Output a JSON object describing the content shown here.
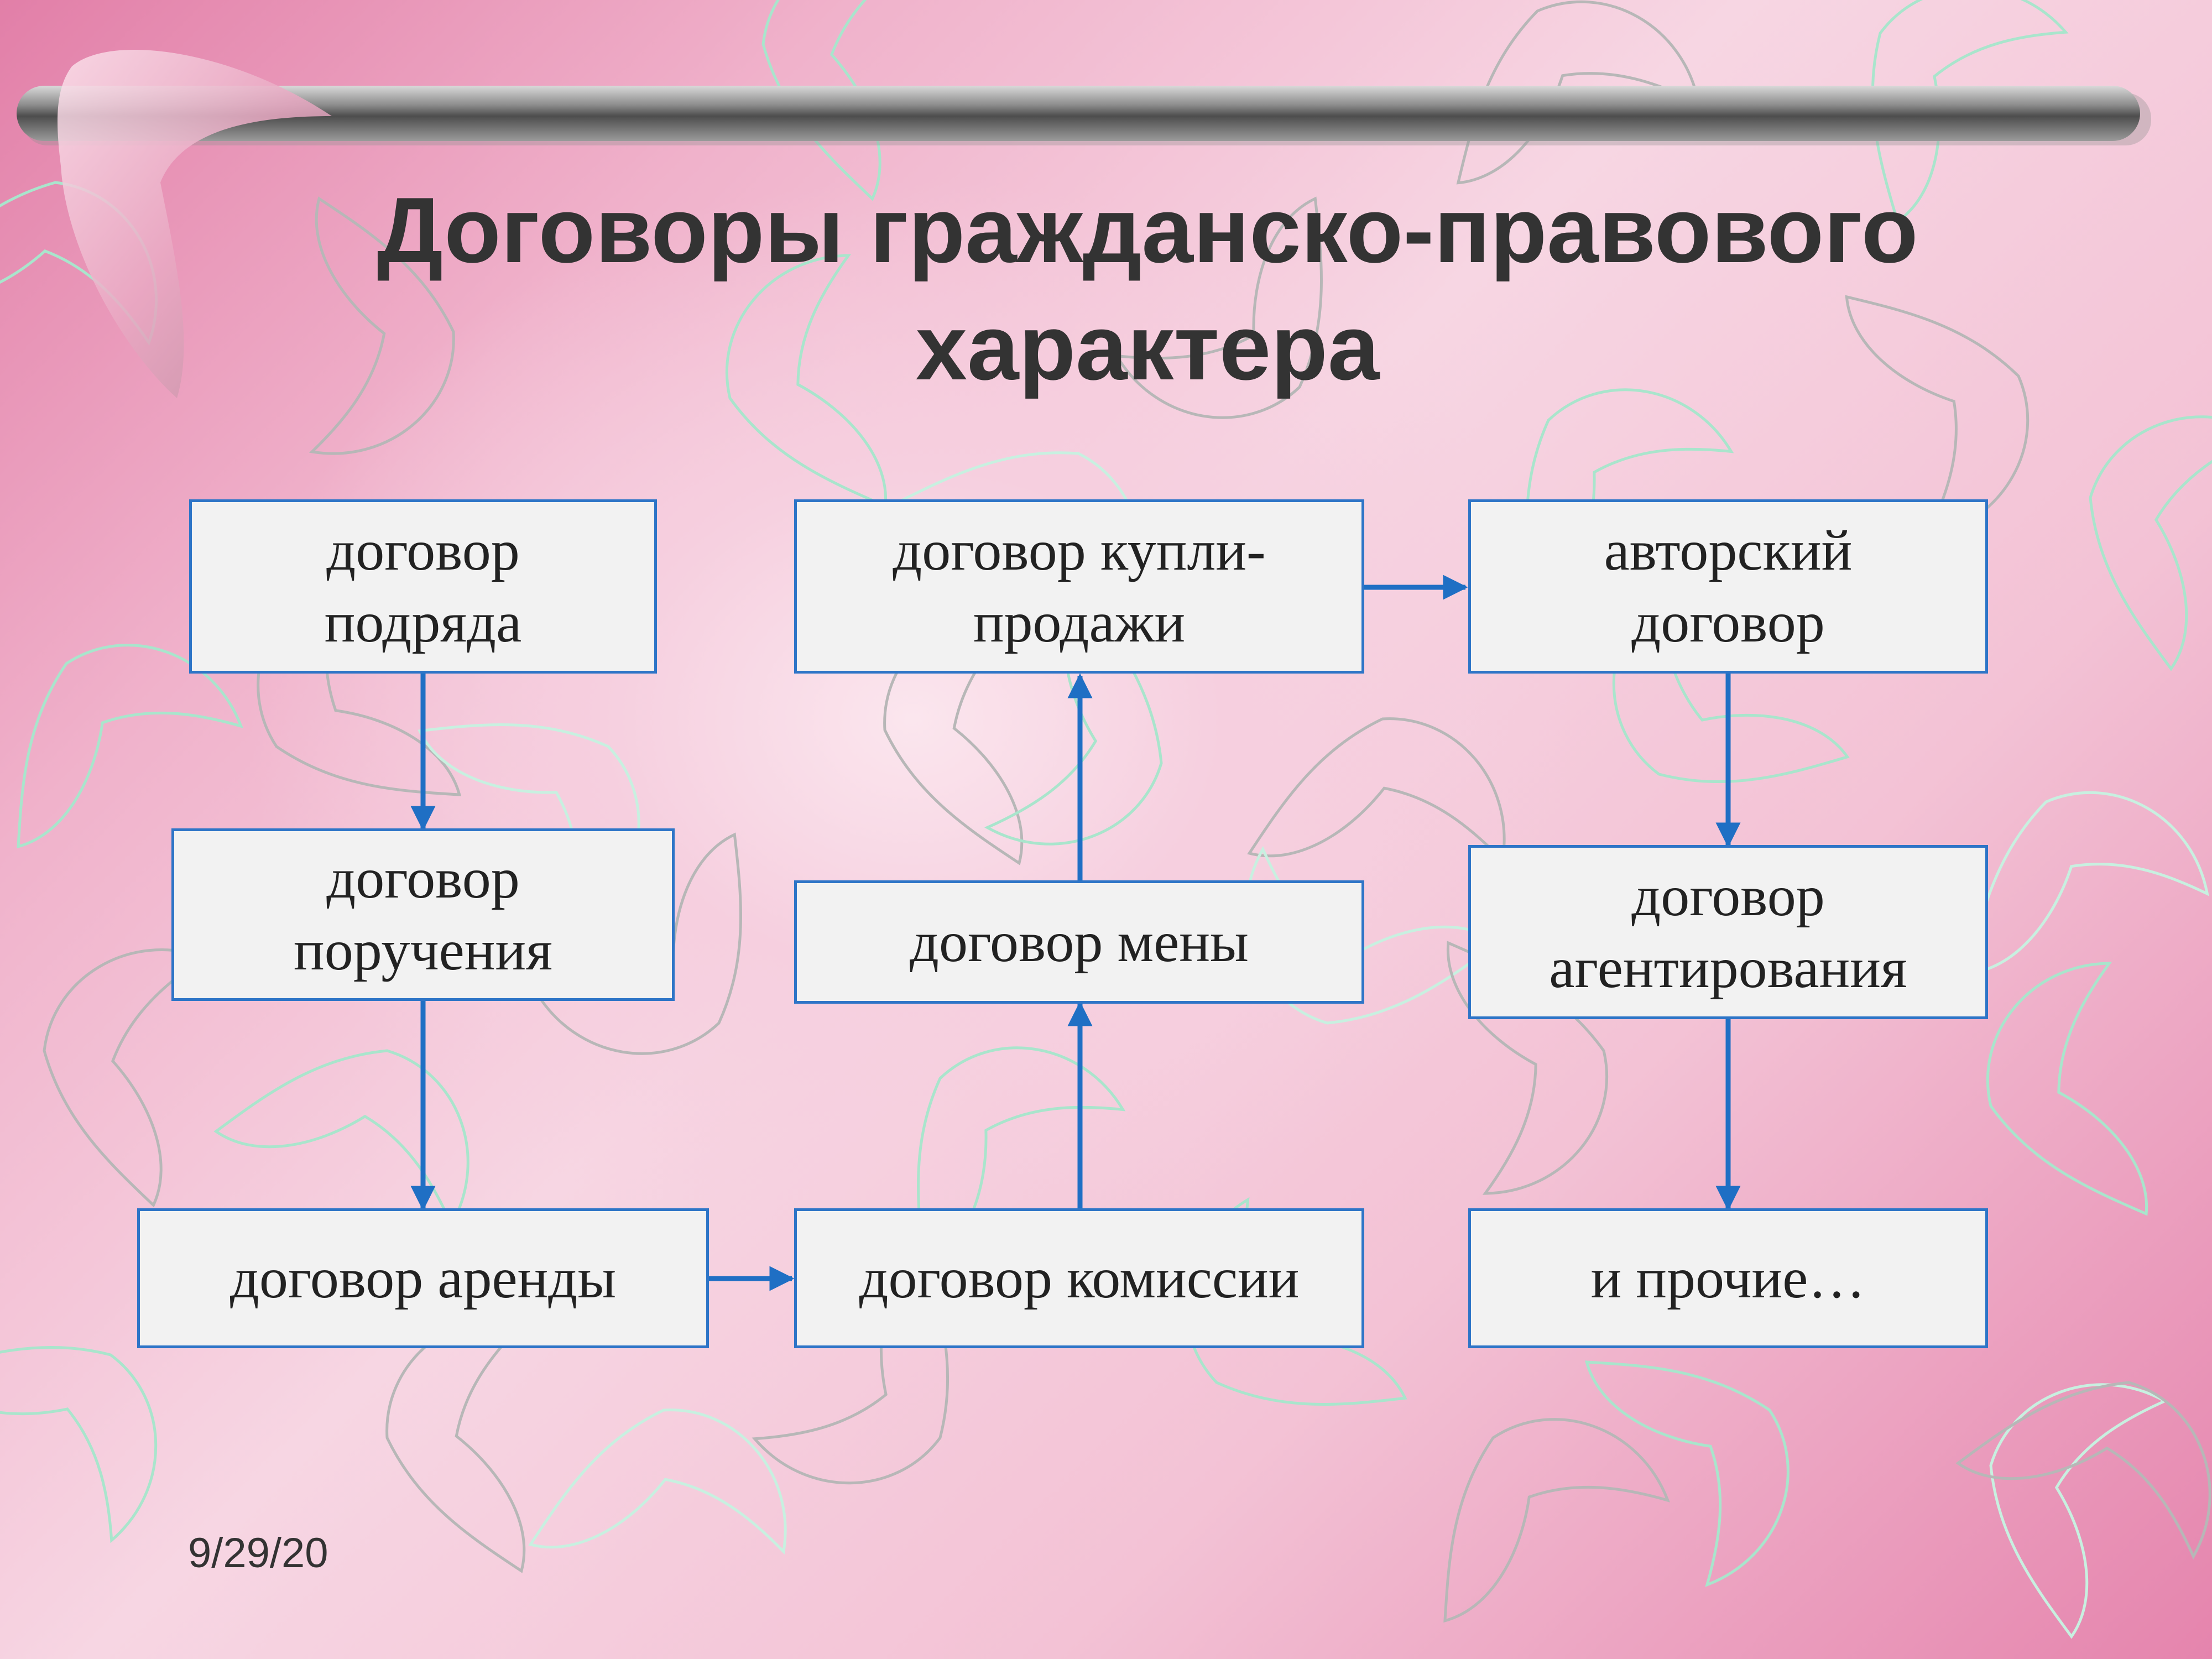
{
  "slide": {
    "title_line1": "Договоры гражданско-правового",
    "title_line2": "характера",
    "date": "9/29/20"
  },
  "diagram": {
    "nodes": {
      "podryad": "договор подряда",
      "porucheniya": "договор поручения",
      "arendy": "договор аренды",
      "kupli": "договор купли-продажи",
      "meny": "договор мены",
      "komissii": "договор комиссии",
      "avtorsky": "авторский договор",
      "agentirovaniya": "договор агентирования",
      "prochie": "и прочие…"
    },
    "edges": [
      {
        "from": "podryad",
        "to": "porucheniya"
      },
      {
        "from": "porucheniya",
        "to": "arendy"
      },
      {
        "from": "arendy",
        "to": "komissii"
      },
      {
        "from": "komissii",
        "to": "meny"
      },
      {
        "from": "meny",
        "to": "kupli"
      },
      {
        "from": "kupli",
        "to": "avtorsky"
      },
      {
        "from": "avtorsky",
        "to": "agentirovaniya"
      },
      {
        "from": "agentirovaniya",
        "to": "prochie"
      }
    ]
  },
  "colors": {
    "box_fill": "#f2f2f2",
    "box_border": "#2e75c7",
    "arrow": "#1f6fc4",
    "title_text": "#333333"
  },
  "decorations": {
    "pattern": "boomerang-outline-pattern",
    "corner": "boomerang-icon",
    "bar": "metal-rod"
  }
}
